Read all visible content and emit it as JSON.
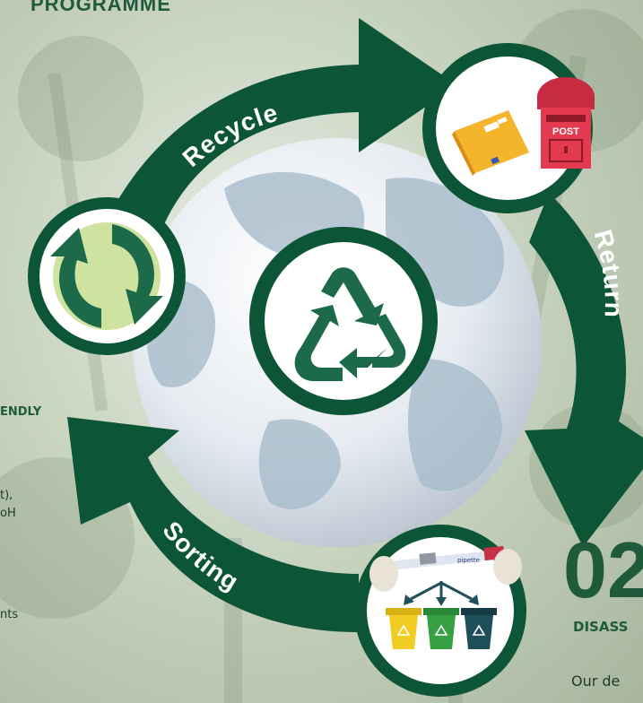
{
  "background_text": {
    "heading": "PROGRAMME",
    "side_heading": "ENDLY",
    "side_line1": "t),",
    "side_line2": "oH",
    "side_line3": "nts"
  },
  "cycle": {
    "labels": {
      "recycle": "Recycle",
      "return": "Return",
      "sorting": "Sorting"
    },
    "envelope_label": "POST",
    "pipette_label": "pipette",
    "step_number": "02",
    "step_title": "DISASS",
    "step_desc": "Our de"
  },
  "colors": {
    "dark_green": "#0d5537",
    "medium_green": "#1d6a4a",
    "globe_light": "#eef1f6",
    "globe_land": "#9fb3c4",
    "white": "#ffffff",
    "green_dot_light": "#cfe3a0",
    "bin_yellow": "#f1cc22",
    "bin_green": "#36a043",
    "bin_teal": "#1f4f5b",
    "mailbox_red": "#e43a4f",
    "envelope_yellow": "#f4b52c"
  },
  "icons": [
    "recycle-triangle-icon",
    "green-dot-icon",
    "envelope-icon",
    "mailbox-icon",
    "recycle-bin-icon",
    "pipette-icon"
  ]
}
